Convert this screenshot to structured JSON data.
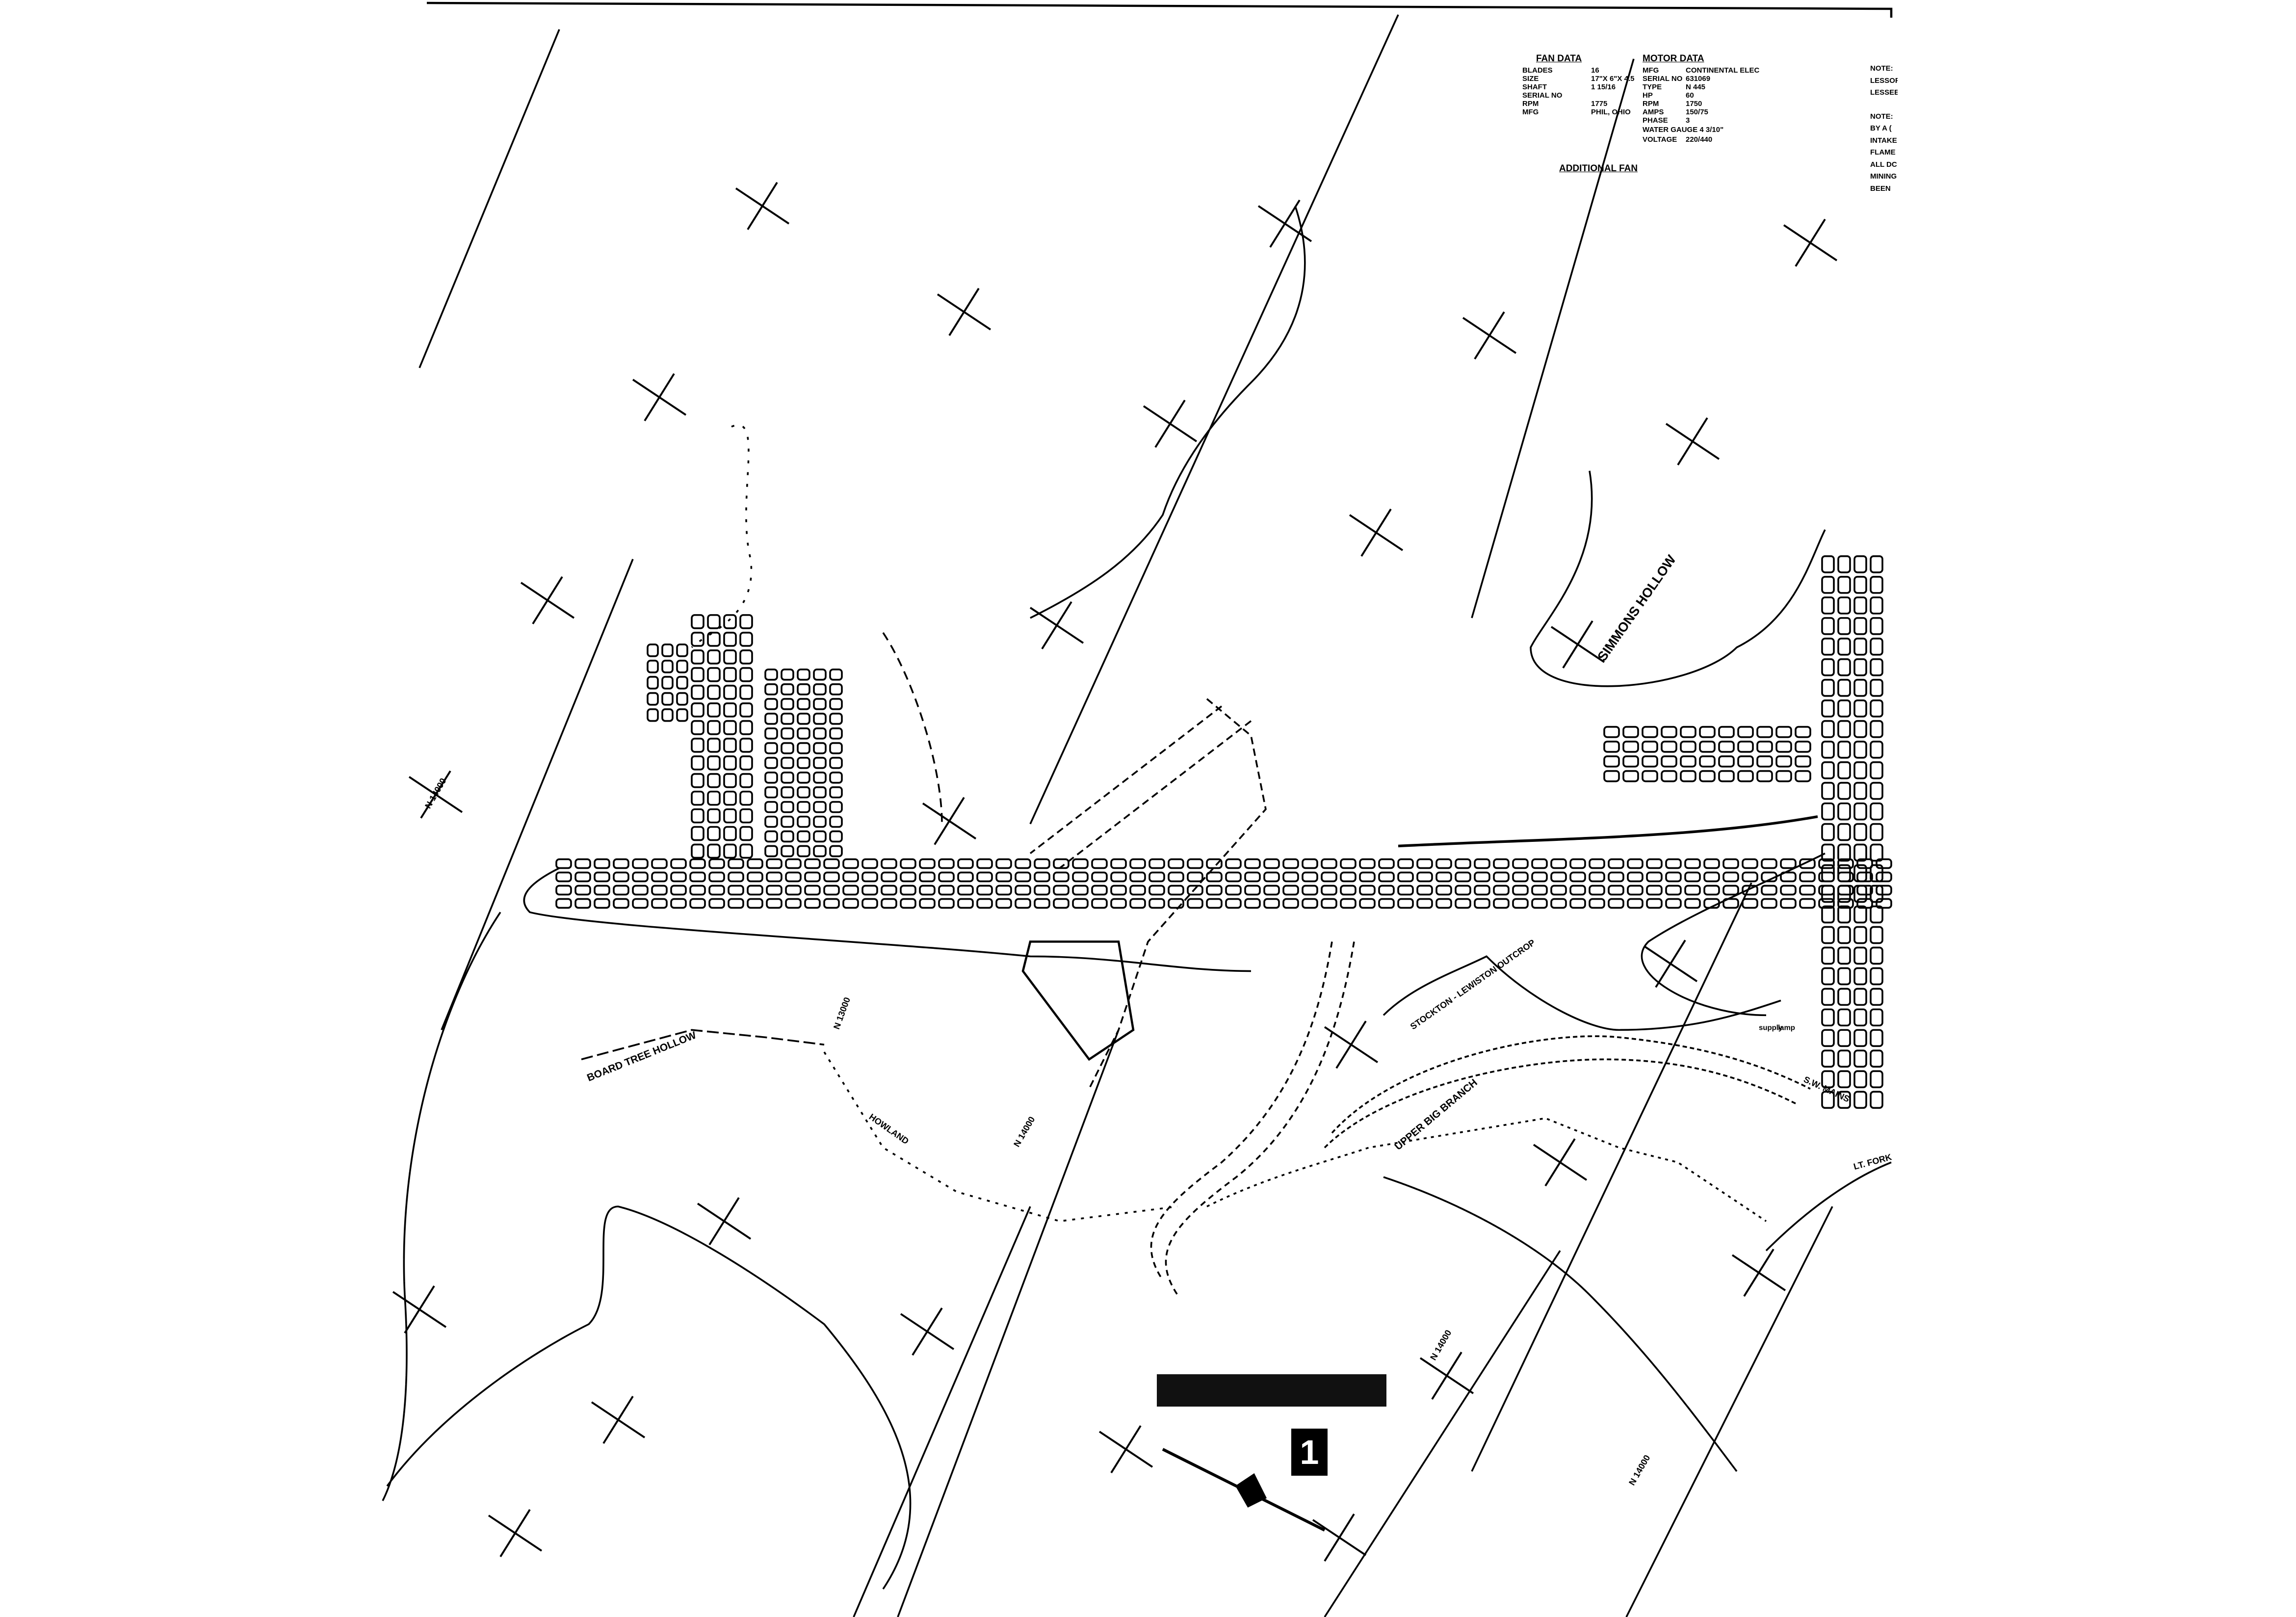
{
  "fan_data": {
    "title": "FAN DATA",
    "rows": [
      {
        "label": "BLADES",
        "value": "16"
      },
      {
        "label": "SIZE",
        "value": "17\"X 6\"X 4.5"
      },
      {
        "label": "SHAFT",
        "value": "1 15/16"
      },
      {
        "label": "SERIAL NO",
        "value": ""
      },
      {
        "label": "RPM",
        "value": "1775"
      },
      {
        "label": "MFG",
        "value": "PHIL, OHIO"
      }
    ]
  },
  "motor_data": {
    "title": "MOTOR DATA",
    "rows": [
      {
        "label": "MFG",
        "value": "CONTINENTAL ELEC"
      },
      {
        "label": "SERIAL NO",
        "value": "631069"
      },
      {
        "label": "TYPE",
        "value": "N 445"
      },
      {
        "label": "HP",
        "value": "60"
      },
      {
        "label": "RPM",
        "value": "1750"
      },
      {
        "label": "AMPS",
        "value": "150/75"
      },
      {
        "label": "PHASE",
        "value": "3"
      }
    ],
    "water_gauge": "WATER GAUGE 4 3/10\"",
    "voltage_label": "VOLTAGE",
    "voltage_value": "220/440"
  },
  "additional_fan": "ADDITIONAL FAN",
  "notes": [
    "NOTE:",
    "LESSOR",
    "LESSEE",
    "NOTE:",
    "BY A (",
    "INTAKE",
    "FLAME",
    "ALL DC",
    "MINING",
    "BEEN"
  ],
  "map_labels": {
    "simmons_hollow": "SIMMONS HOLLOW",
    "board_tree_hollow": "BOARD TREE HOLLOW",
    "upper_big_branch": "UPPER BIG BRANCH",
    "outcrop": "STOCKTON - LEWISTON OUTCROP",
    "lt_fork": "LT. FORK",
    "sw_mains": "S.W. MAINS",
    "supply": "supply",
    "lamp": "lamp",
    "howland": "HOWLAND",
    "n14000": "N 14000",
    "n13000": "N 13000",
    "sheet_number": "1"
  }
}
